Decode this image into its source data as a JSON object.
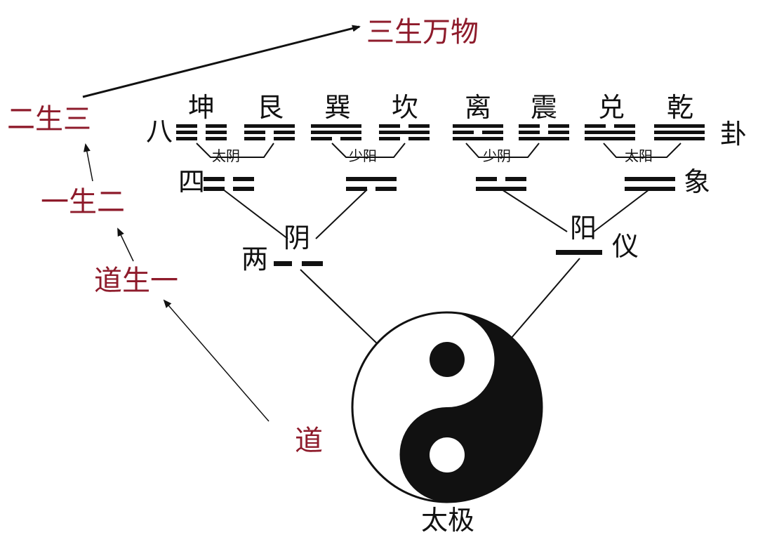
{
  "colors": {
    "ink": "#111111",
    "red_text": "#8e1b2b",
    "background": "#ffffff"
  },
  "stages": {
    "top": "三生万物",
    "three": "二生三",
    "two": "一生二",
    "one": "道生一",
    "dao": "道"
  },
  "bagua": {
    "left_label": "八",
    "right_label": "卦",
    "trigrams": [
      {
        "name": "坤",
        "lines": [
          0,
          0,
          0
        ]
      },
      {
        "name": "艮",
        "lines": [
          1,
          0,
          0
        ]
      },
      {
        "name": "巽",
        "lines": [
          1,
          1,
          0
        ]
      },
      {
        "name": "坎",
        "lines": [
          0,
          1,
          0
        ]
      },
      {
        "name": "离",
        "lines": [
          1,
          0,
          1
        ]
      },
      {
        "name": "震",
        "lines": [
          0,
          0,
          1
        ]
      },
      {
        "name": "兑",
        "lines": [
          0,
          1,
          1
        ]
      },
      {
        "name": "乾",
        "lines": [
          1,
          1,
          1
        ]
      }
    ]
  },
  "sixiang": {
    "left_label": "四",
    "right_label": "象",
    "items": [
      {
        "name": "太阴",
        "lines": [
          0,
          0
        ]
      },
      {
        "name": "少阳",
        "lines": [
          1,
          0
        ]
      },
      {
        "name": "少阴",
        "lines": [
          0,
          1
        ]
      },
      {
        "name": "太阳",
        "lines": [
          1,
          1
        ]
      }
    ]
  },
  "liangyi": {
    "left_label": "两",
    "right_label": "仪",
    "yin": "阴",
    "yang": "阳"
  },
  "taiji": {
    "label": "太极"
  }
}
